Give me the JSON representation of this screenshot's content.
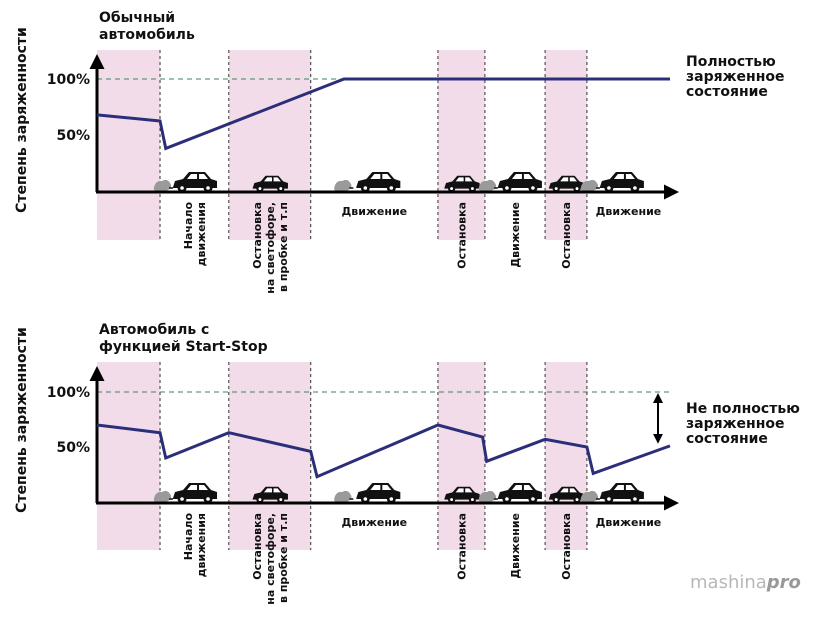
{
  "chart_data": [
    {
      "type": "line",
      "title": "Обычный автомобиль",
      "ylabel": "Степень заряженности",
      "ytick_labels": [
        "100%",
        "50%"
      ],
      "yticks": [
        100,
        50
      ],
      "ylim": [
        0,
        120
      ],
      "xlim": [
        0,
        100
      ],
      "reference_line": {
        "value": 100,
        "style": "dashed",
        "color": "#3a8a5a"
      },
      "segments": [
        {
          "from": 0,
          "to": 11,
          "type": "stop",
          "label": ""
        },
        {
          "from": 11,
          "to": 23,
          "type": "start",
          "label": "Начало движения",
          "label_lines": [
            "Начало",
            "движения"
          ],
          "label_orientation": "vertical"
        },
        {
          "from": 23,
          "to": 37.3,
          "type": "stop",
          "label": "Остановка на светофоре, в пробке и т.п",
          "label_lines": [
            "Остановка",
            "на светофоре,",
            "в пробке и т.п"
          ],
          "label_orientation": "vertical"
        },
        {
          "from": 37.3,
          "to": 59.5,
          "type": "drive",
          "label": "Движение",
          "label_lines": [
            "Движение"
          ],
          "label_orientation": "horizontal"
        },
        {
          "from": 59.5,
          "to": 67.7,
          "type": "stop",
          "label": "Остановка",
          "label_lines": [
            "Остановка"
          ],
          "label_orientation": "vertical"
        },
        {
          "from": 67.7,
          "to": 78.2,
          "type": "drive",
          "label": "Движение",
          "label_lines": [
            "Движение"
          ],
          "label_orientation": "vertical"
        },
        {
          "from": 78.2,
          "to": 85.5,
          "type": "stop",
          "label": "Остановка",
          "label_lines": [
            "Остановка"
          ],
          "label_orientation": "vertical"
        },
        {
          "from": 85.5,
          "to": 100,
          "type": "drive",
          "label": "Движение",
          "label_lines": [
            "Движение"
          ],
          "label_orientation": "horizontal"
        }
      ],
      "series": [
        {
          "name": "charge",
          "x": [
            0,
            11,
            12,
            43.1,
            100
          ],
          "y": [
            68,
            62.5,
            38,
            100,
            100
          ]
        }
      ],
      "annotation": {
        "lines": [
          "Полностью",
          "заряженное",
          "состояние"
        ],
        "arrow": false
      }
    },
    {
      "type": "line",
      "title": "Автомобиль с функцией Start-Stop",
      "ylabel": "Степень заряженности",
      "ytick_labels": [
        "100%",
        "50%"
      ],
      "yticks": [
        100,
        50
      ],
      "ylim": [
        0,
        120
      ],
      "xlim": [
        0,
        100
      ],
      "reference_line": {
        "value": 100,
        "style": "dashed",
        "color": "#3a8a5a"
      },
      "segments": [
        {
          "from": 0,
          "to": 11,
          "type": "stop",
          "label": ""
        },
        {
          "from": 11,
          "to": 23,
          "type": "start",
          "label": "Начало движения",
          "label_lines": [
            "Начало",
            "движения"
          ],
          "label_orientation": "vertical"
        },
        {
          "from": 23,
          "to": 37.3,
          "type": "stop",
          "label": "Остановка на светофоре, в пробке и т.п",
          "label_lines": [
            "Остановка",
            "на светофоре,",
            "в пробке и т.п"
          ],
          "label_orientation": "vertical"
        },
        {
          "from": 37.3,
          "to": 59.5,
          "type": "drive",
          "label": "Движение",
          "label_lines": [
            "Движение"
          ],
          "label_orientation": "horizontal"
        },
        {
          "from": 59.5,
          "to": 67.7,
          "type": "stop",
          "label": "Остановка",
          "label_lines": [
            "Остановка"
          ],
          "label_orientation": "vertical"
        },
        {
          "from": 67.7,
          "to": 78.2,
          "type": "drive",
          "label": "Движение",
          "label_lines": [
            "Движение"
          ],
          "label_orientation": "vertical"
        },
        {
          "from": 78.2,
          "to": 85.5,
          "type": "stop",
          "label": "Остановка",
          "label_lines": [
            "Остановка"
          ],
          "label_orientation": "vertical"
        },
        {
          "from": 85.5,
          "to": 100,
          "type": "drive",
          "label": "Движение",
          "label_lines": [
            "Движение"
          ],
          "label_orientation": "horizontal"
        }
      ],
      "series": [
        {
          "name": "charge",
          "x": [
            0,
            11,
            12,
            23,
            37.3,
            38.4,
            59.5,
            67.3,
            68,
            78.2,
            85.5,
            86.6,
            100
          ],
          "y": [
            70,
            63,
            40,
            63,
            46,
            23,
            70,
            59,
            37,
            57,
            50,
            26,
            51
          ]
        }
      ],
      "annotation": {
        "lines": [
          "Не полностью",
          "заряженное",
          "состояние"
        ],
        "arrow": true
      }
    }
  ],
  "colors": {
    "line": "#2b2f7a",
    "band": "#f3dcea",
    "axis": "#000000",
    "car": "#111111",
    "exhaust": "#9a9a9a"
  },
  "watermark": {
    "text_a": "mashina",
    "text_b": "pro"
  }
}
